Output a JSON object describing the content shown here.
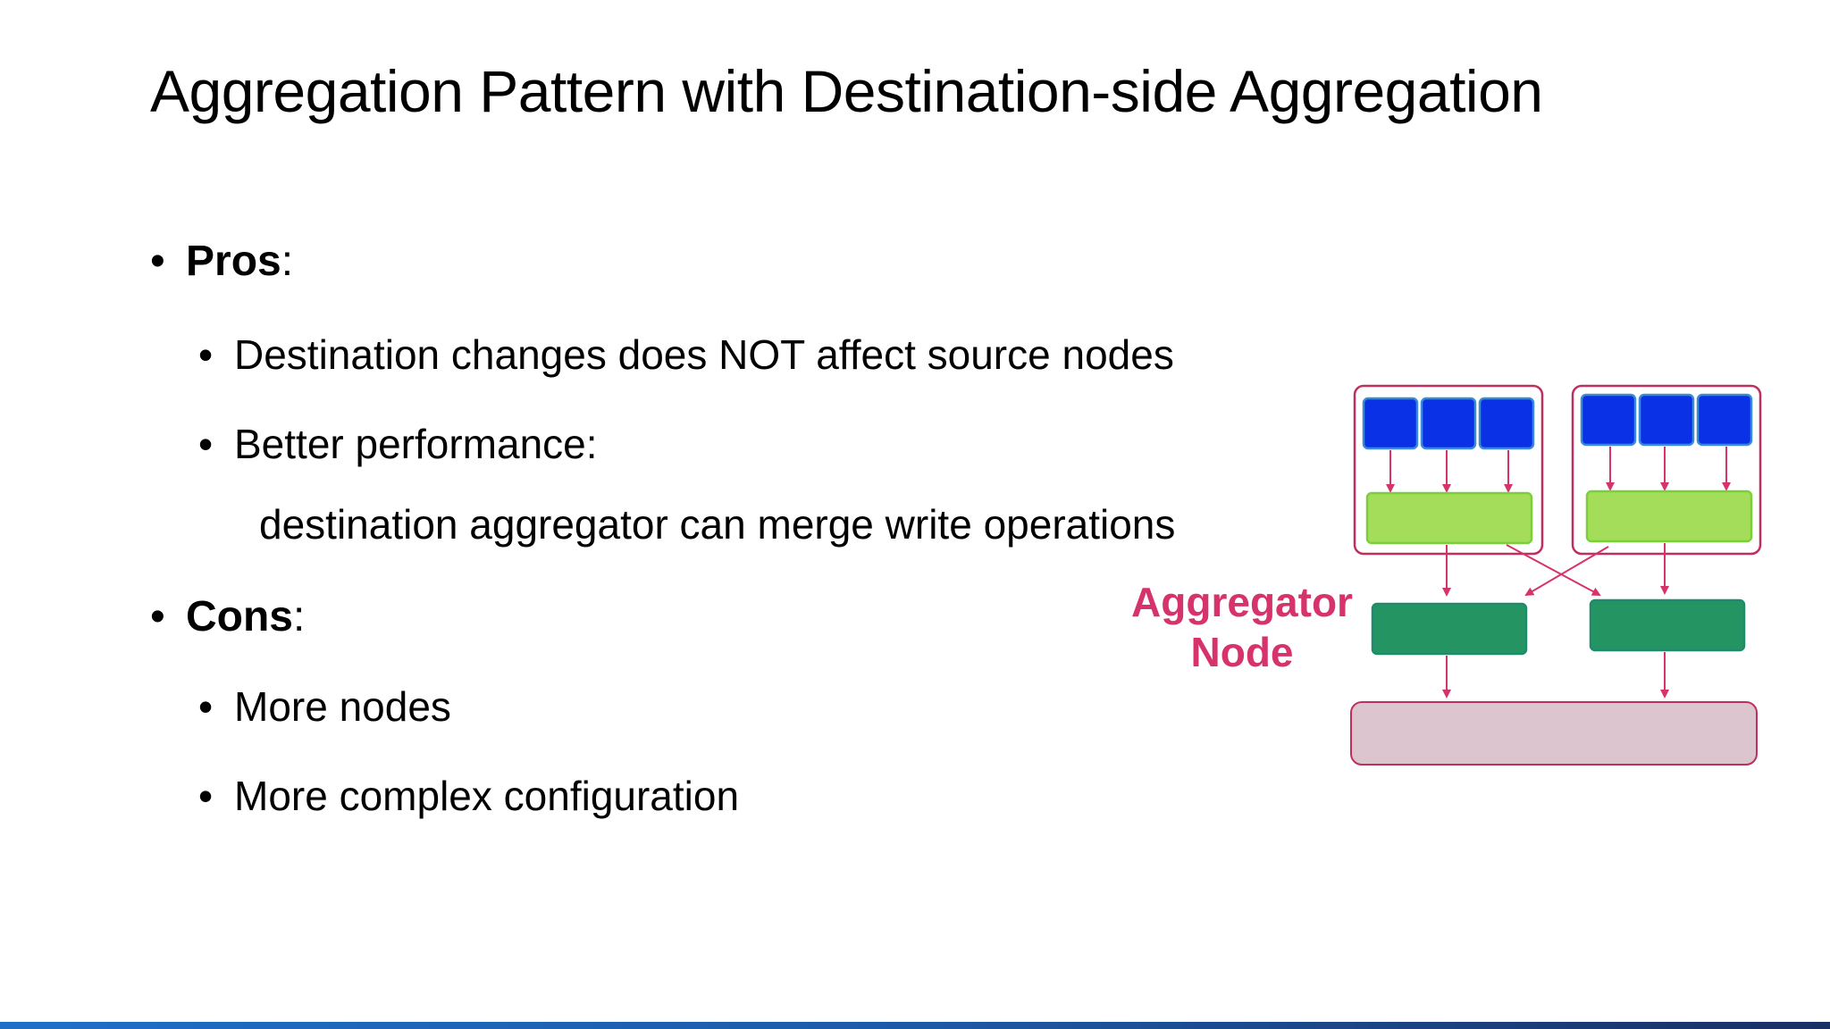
{
  "slide": {
    "title": "Aggregation Pattern with Destination-side Aggregation",
    "bullet_symbol": "•",
    "pros": {
      "label": "Pros",
      "colon": ":",
      "items": [
        "Destination changes does NOT affect source nodes",
        "Better performance:"
      ],
      "detail": "destination aggregator can merge write operations"
    },
    "cons": {
      "label": "Cons",
      "colon": ":",
      "items": [
        "More nodes",
        "More complex configuration"
      ]
    }
  },
  "diagram": {
    "aggregator_label_line1": "Aggregator",
    "aggregator_label_line2": "Node",
    "colors": {
      "accent_magenta": "#d6336c",
      "source_blue": "#0a31e6",
      "source_blue_border": "#3a8bd6",
      "local_green": "#a3dd5a",
      "aggregator_green": "#259463",
      "destination_fill": "#dcc5cf",
      "border_magenta": "#c0305e"
    }
  },
  "footer": {
    "bar_colors": [
      "#1f6fc9",
      "#1a2f64"
    ]
  }
}
